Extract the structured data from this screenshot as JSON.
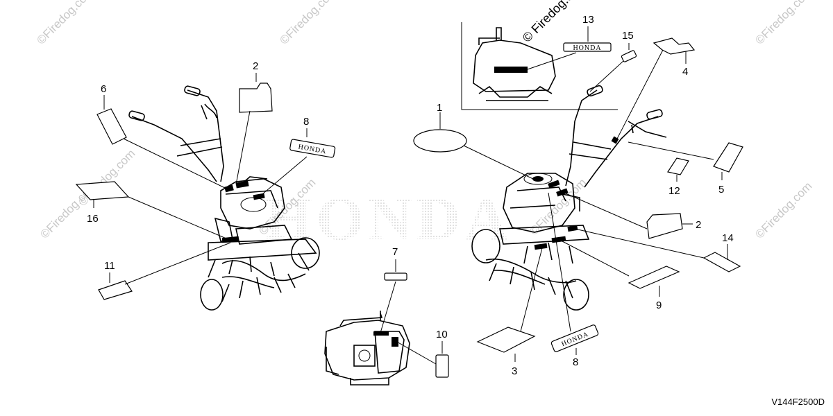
{
  "watermark": {
    "text": "©Firedog.com",
    "inset_copyright": "© Firedog.com"
  },
  "background_brand": "HONDA",
  "badge_text": "HONDA",
  "diagram_code": "V144F2500D",
  "callouts": {
    "c1": "1",
    "c2_left": "2",
    "c2_right": "2",
    "c3": "3",
    "c4": "4",
    "c5": "5",
    "c6": "6",
    "c7": "7",
    "c8_left": "8",
    "c8_right": "8",
    "c9": "9",
    "c10": "10",
    "c11": "11",
    "c12": "12",
    "c13": "13",
    "c14": "14",
    "c15": "15",
    "c16": "16"
  }
}
